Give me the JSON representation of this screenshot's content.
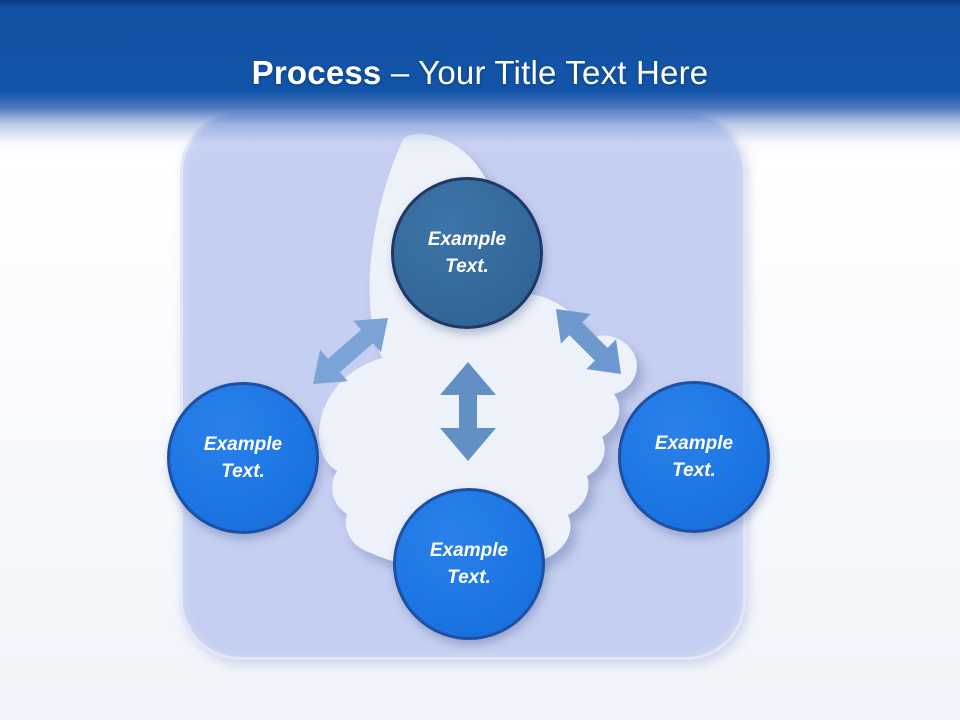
{
  "slide": {
    "header": {
      "title_bold": "Process",
      "title_rest": " – Your Title Text Here"
    },
    "diagram": {
      "center_icon": "thumbs-up",
      "nodes": [
        {
          "id": "top",
          "label": "Example Text."
        },
        {
          "id": "left",
          "label": "Example Text."
        },
        {
          "id": "right",
          "label": "Example Text."
        },
        {
          "id": "bottom",
          "label": "Example Text."
        }
      ]
    },
    "colors": {
      "header_top": "#0A3A85",
      "header_main": "#1254A8",
      "panel": "#C5CFF1",
      "thumb": "#EDF1F9",
      "node_top_fill": "#34689B",
      "node_top_stroke": "#1F3864",
      "node_fill": "#1B75E3",
      "node_stroke": "#1D4FA3",
      "arrow_left": "#7CA3D6",
      "arrow_right": "#6D99CE",
      "arrow_vertical": "#6290C5",
      "background": "#F2F5FA",
      "title_text": "#FFFFFF"
    }
  }
}
